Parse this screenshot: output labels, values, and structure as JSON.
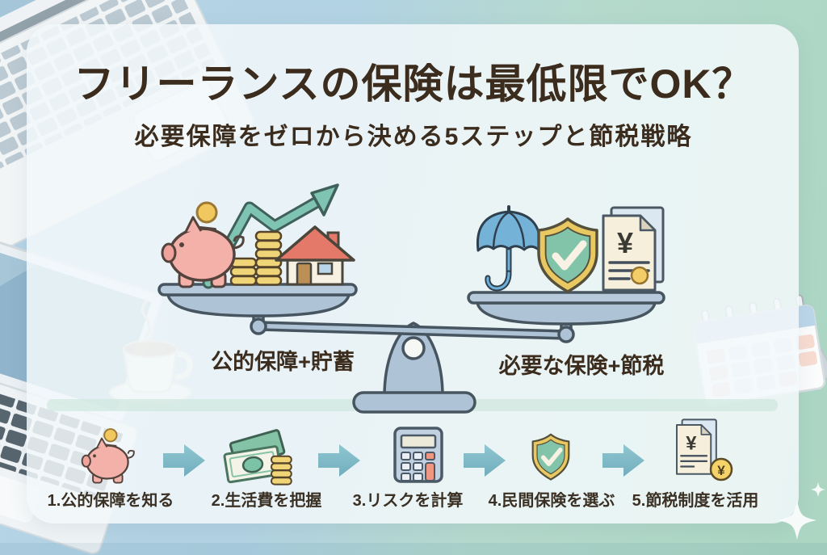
{
  "header": {
    "title": "フリーランスの保険は最低限でOK？",
    "subtitle": "必要保障をゼロから決める5ステップと節税戦略"
  },
  "scale": {
    "left": {
      "label": "公的保障+貯蓄",
      "icons": [
        "piggy-bank",
        "coin",
        "coin-stacks",
        "house",
        "growth-arrow"
      ]
    },
    "right": {
      "label": "必要な保険+節税",
      "icons": [
        "umbrella",
        "shield-check",
        "yen-document"
      ]
    }
  },
  "steps": [
    {
      "label": "1.公的保障を知る",
      "icon": "piggy-bank"
    },
    {
      "label": "2.生活費を把握",
      "icon": "banknotes-coins"
    },
    {
      "label": "3.リスクを計算",
      "icon": "calculator"
    },
    {
      "label": "4.民間保険を選ぶ",
      "icon": "shield-check"
    },
    {
      "label": "5.節税制度を活用",
      "icon": "yen-document"
    }
  ],
  "glyphs": {
    "yen": "¥"
  },
  "decor_icons": [
    "laptop-top-left",
    "laptop-bottom-left",
    "coffee-cup",
    "desk-calendar",
    "sparkle"
  ],
  "colors": {
    "background_blue": "#b6d4e7",
    "background_mint": "#abd6c2",
    "panel": "#f2f8fa",
    "text_brown": "#3b2c1d",
    "scale_metal": "#aec3d5",
    "step_arrow_teal": "#7db9c9",
    "piggy_pink": "#f4b1aa",
    "coin_gold": "#f0d478",
    "shield_green": "#81c4a9",
    "shield_gold": "#eac861",
    "umbrella_blue": "#74b2d8",
    "house_roof": "#e4796a",
    "document_cream": "#f5efdc"
  }
}
